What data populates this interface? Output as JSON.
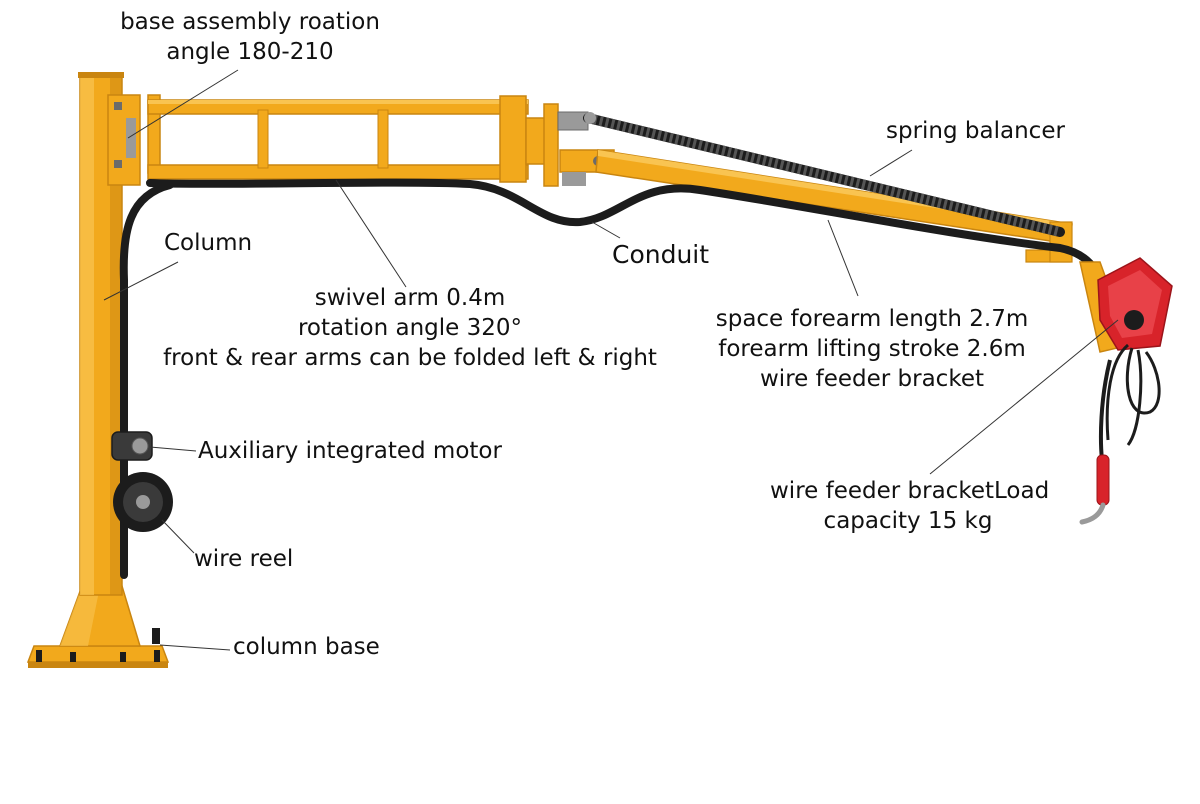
{
  "colors": {
    "frame_yellow": "#F2A91C",
    "frame_shadow": "#C98510",
    "frame_highlight": "#F9C451",
    "feeder_red": "#D8232A",
    "hose_black": "#1C1C1C",
    "steel_grey": "#9A9A9A",
    "leader_line": "#333333"
  },
  "labels": {
    "base_assembly": [
      "base assembly roation",
      "angle 180-210"
    ],
    "spring_balancer": "spring balancer",
    "column": "Column",
    "conduit": "Conduit",
    "swivel_arm": [
      "swivel arm 0.4m",
      "rotation angle 320°",
      "front & rear arms can be folded left & right"
    ],
    "space_forearm": [
      "space forearm length 2.7m",
      "forearm lifting stroke 2.6m",
      "wire feeder bracket"
    ],
    "aux_motor": "Auxiliary integrated motor",
    "wire_feeder_load": [
      "wire feeder bracketLoad",
      "capacity 15 kg"
    ],
    "wire_reel": "wire reel",
    "column_base": "column base"
  }
}
